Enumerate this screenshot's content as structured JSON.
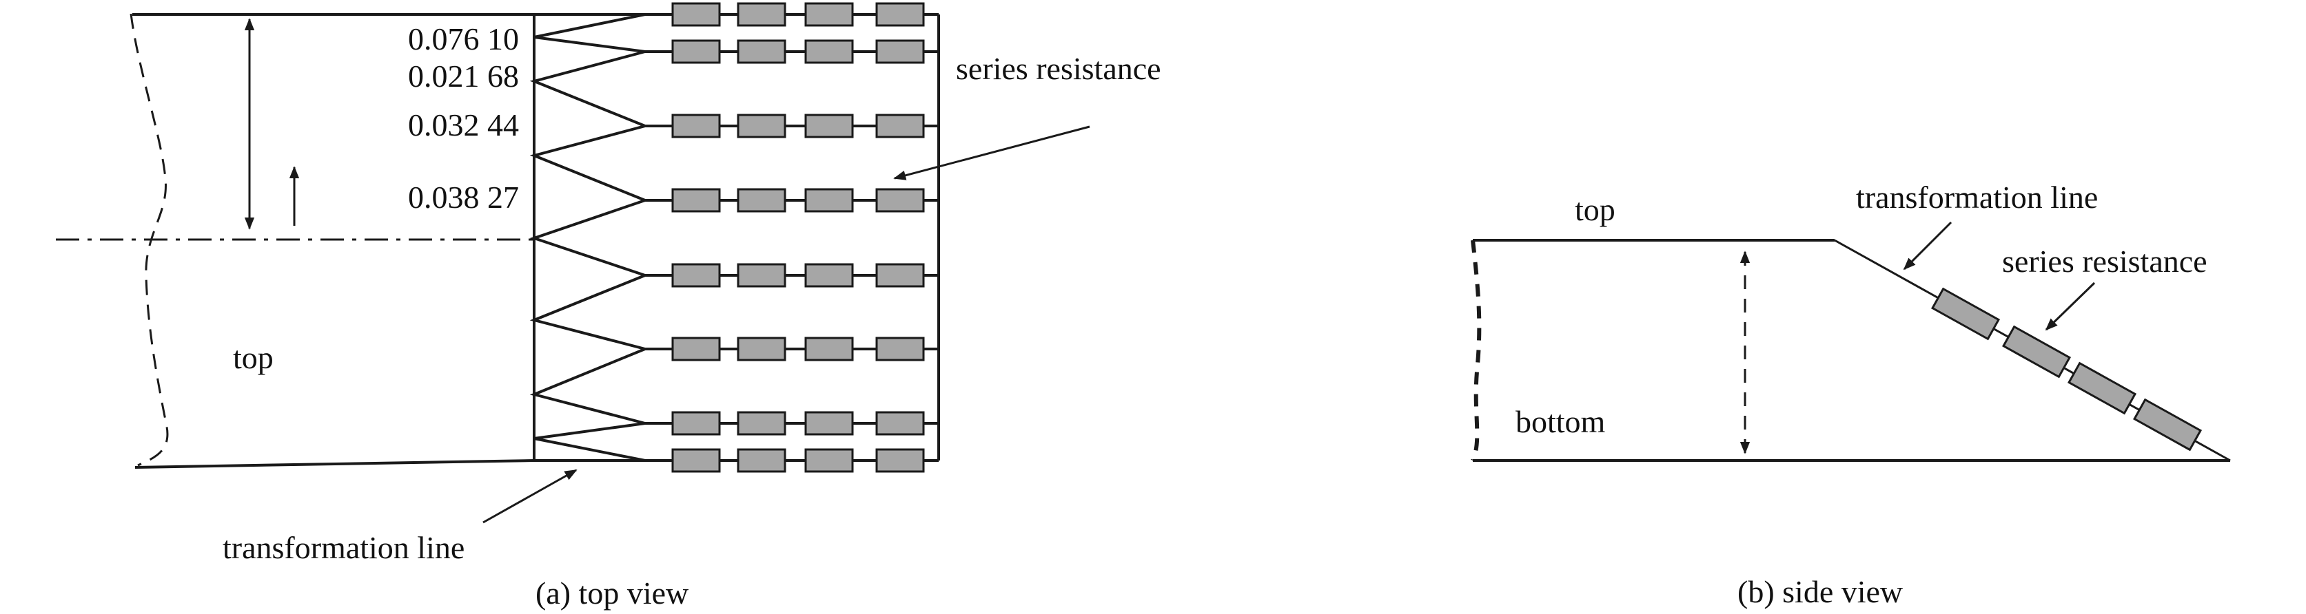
{
  "panel_a": {
    "caption": "(a) top view",
    "values": [
      "0.076 10",
      "0.021 68",
      "0.032 44",
      "0.038 27"
    ],
    "top_label": "top",
    "transformation_label": "transformation line",
    "series_label": "series resistance",
    "rows": 8,
    "resistors_per_row": 4
  },
  "panel_b": {
    "caption": "(b) side view",
    "top_label": "top",
    "bottom_label": "bottom",
    "transformation_label": "transformation line",
    "series_label": "series resistance",
    "resistors": 4
  },
  "colors": {
    "resistor_fill": "#a6a6a6",
    "line": "#1a1a1a"
  }
}
